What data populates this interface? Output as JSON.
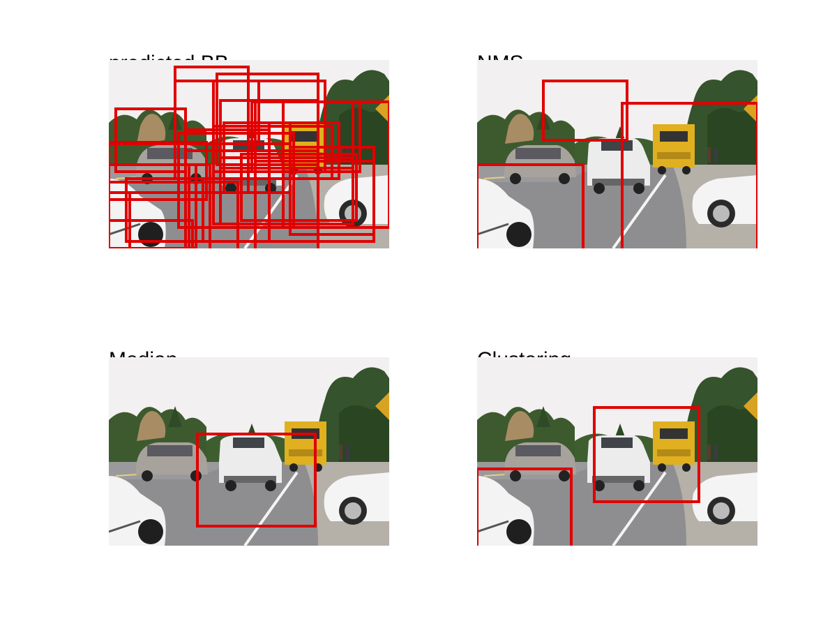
{
  "figure": {
    "panels": [
      {
        "key": "predicted",
        "title": "predicted BB"
      },
      {
        "key": "nms",
        "title": "NMS"
      },
      {
        "key": "median",
        "title": "Median"
      },
      {
        "key": "clustering",
        "title": "Clustering"
      }
    ]
  },
  "colors": {
    "box_stroke": "#e00000",
    "sky": "#f2f0f0",
    "road": "#8e8e90"
  }
}
